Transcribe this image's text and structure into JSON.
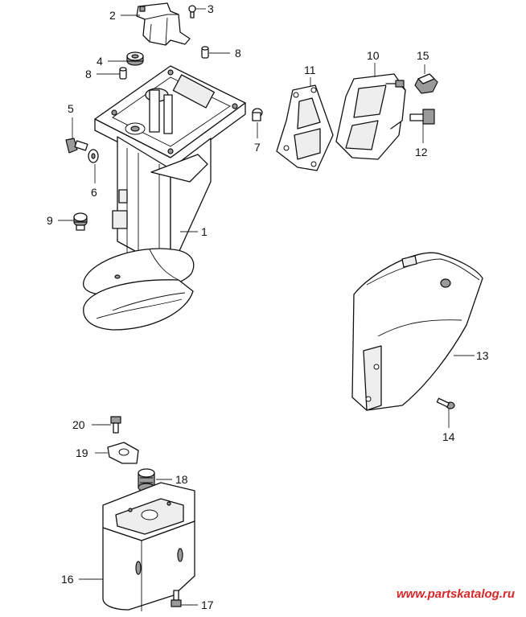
{
  "callouts": {
    "c1": "1",
    "c2": "2",
    "c3": "3",
    "c4": "4",
    "c5": "5",
    "c6": "6",
    "c7": "7",
    "c8a": "8",
    "c8b": "8",
    "c9": "9",
    "c10": "10",
    "c11": "11",
    "c12": "12",
    "c13": "13",
    "c14": "14",
    "c15": "15",
    "c16": "16",
    "c17": "17",
    "c18": "18",
    "c19": "19",
    "c20": "20"
  },
  "watermark": "www.partskatalog.ru",
  "colors": {
    "line": "#111111",
    "watermark": "#d62828",
    "background": "#ffffff"
  }
}
